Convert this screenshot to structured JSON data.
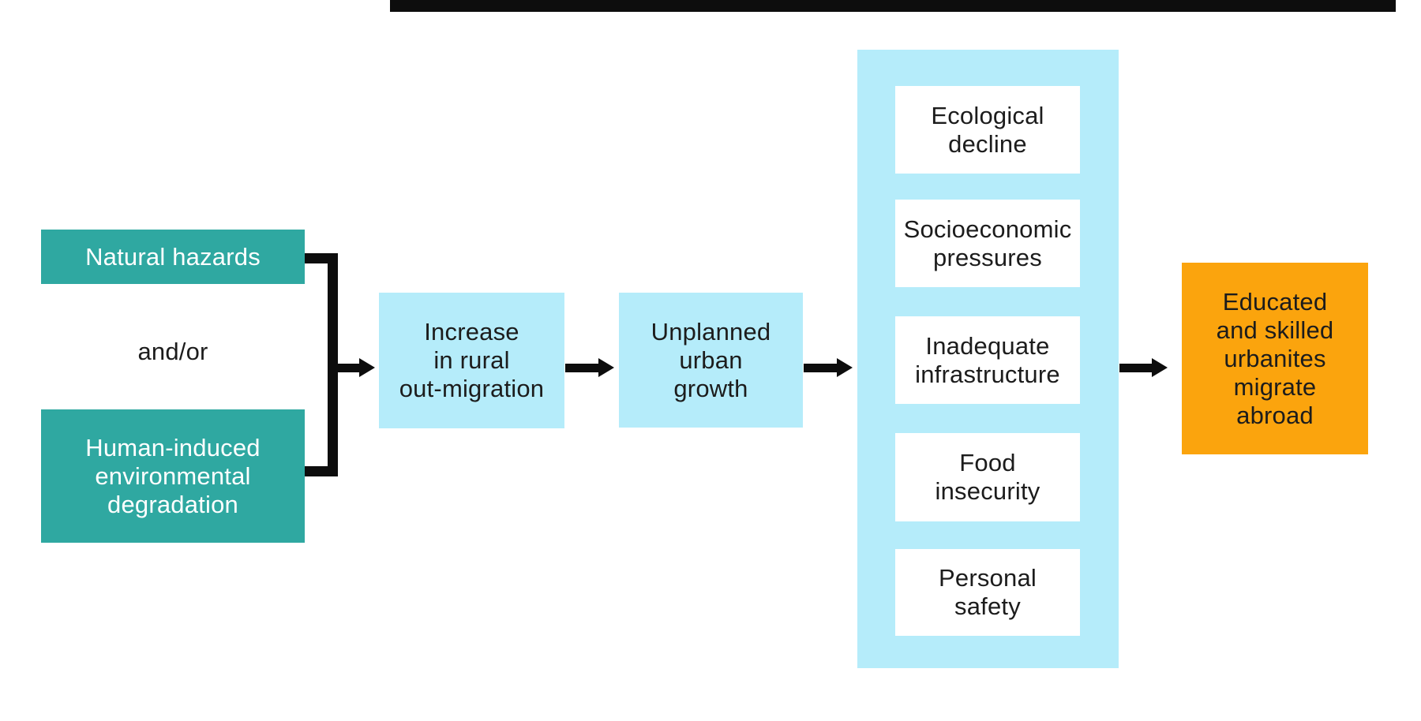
{
  "colors": {
    "teal": "#2FA8A1",
    "light_blue": "#B5ECFA",
    "orange": "#FBA40D",
    "black": "#0D0D0D",
    "text_dark": "#1C1C1C"
  },
  "diagram": {
    "causes": {
      "natural_hazards": "Natural hazards",
      "connector": "and/or",
      "human_induced": [
        "Human-induced",
        "environmental",
        "degradation"
      ]
    },
    "flow": {
      "rural_migration": [
        "Increase",
        "in rural",
        "out-migration"
      ],
      "urban_growth": [
        "Unplanned",
        "urban",
        "growth"
      ]
    },
    "push_factors": {
      "items": [
        {
          "label": [
            "Ecological",
            "decline"
          ]
        },
        {
          "label": [
            "Socioeconomic",
            "pressures"
          ]
        },
        {
          "label": [
            "Inadequate",
            "infrastructure"
          ]
        },
        {
          "label": [
            "Food",
            "insecurity"
          ]
        },
        {
          "label": [
            "Personal",
            "safety"
          ]
        }
      ]
    },
    "outcome": [
      "Educated",
      "and skilled",
      "urbanites",
      "migrate",
      "abroad"
    ]
  }
}
